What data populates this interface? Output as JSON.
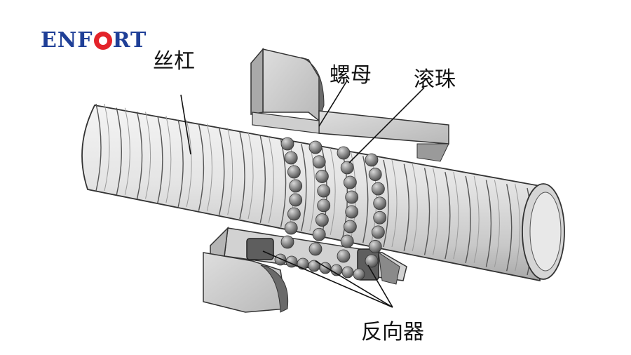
{
  "logo": {
    "part1": "ENF",
    "part2": "RT"
  },
  "labels": {
    "screw": "丝杠",
    "nut": "螺母",
    "balls": "滚珠",
    "reverser": "反向器"
  }
}
